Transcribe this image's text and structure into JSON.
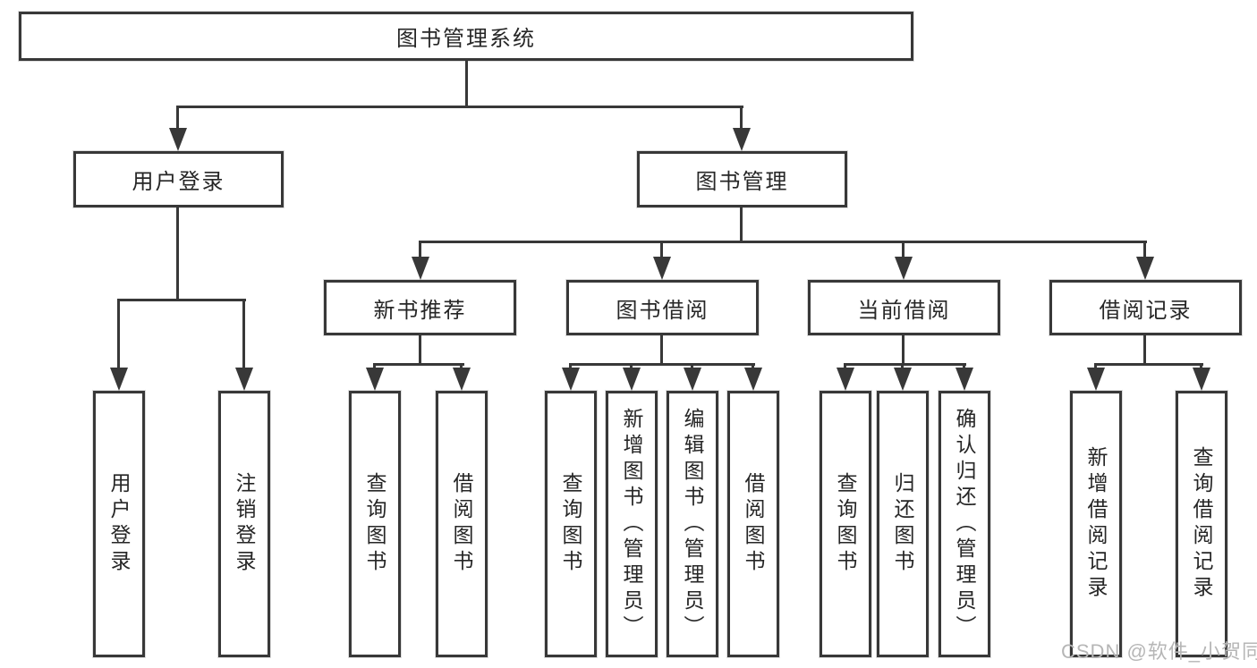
{
  "diagram": {
    "root": {
      "label": "图书管理系统"
    },
    "level2": [
      {
        "label": "用户登录"
      },
      {
        "label": "图书管理"
      }
    ],
    "level3": [
      {
        "label": "新书推荐"
      },
      {
        "label": "图书借阅"
      },
      {
        "label": "当前借阅"
      },
      {
        "label": "借阅记录"
      }
    ],
    "leaves": [
      {
        "label": "用户登录"
      },
      {
        "label": "注销登录"
      },
      {
        "label": "查询图书"
      },
      {
        "label": "借阅图书"
      },
      {
        "label": "查询图书"
      },
      {
        "label": "新增图书（管理员）"
      },
      {
        "label": "编辑图书（管理员）"
      },
      {
        "label": "借阅图书"
      },
      {
        "label": "查询图书"
      },
      {
        "label": "归还图书"
      },
      {
        "label": "确认归还（管理员）"
      },
      {
        "label": "新增借阅记录"
      },
      {
        "label": "查询借阅记录"
      }
    ],
    "watermark": "CSDN @软件_小贺同学",
    "colors": {
      "line": "#383838",
      "text": "#262626",
      "box_background": "#ffffff",
      "page_background": "#ffffff",
      "watermark": "#b6b6b6"
    }
  }
}
